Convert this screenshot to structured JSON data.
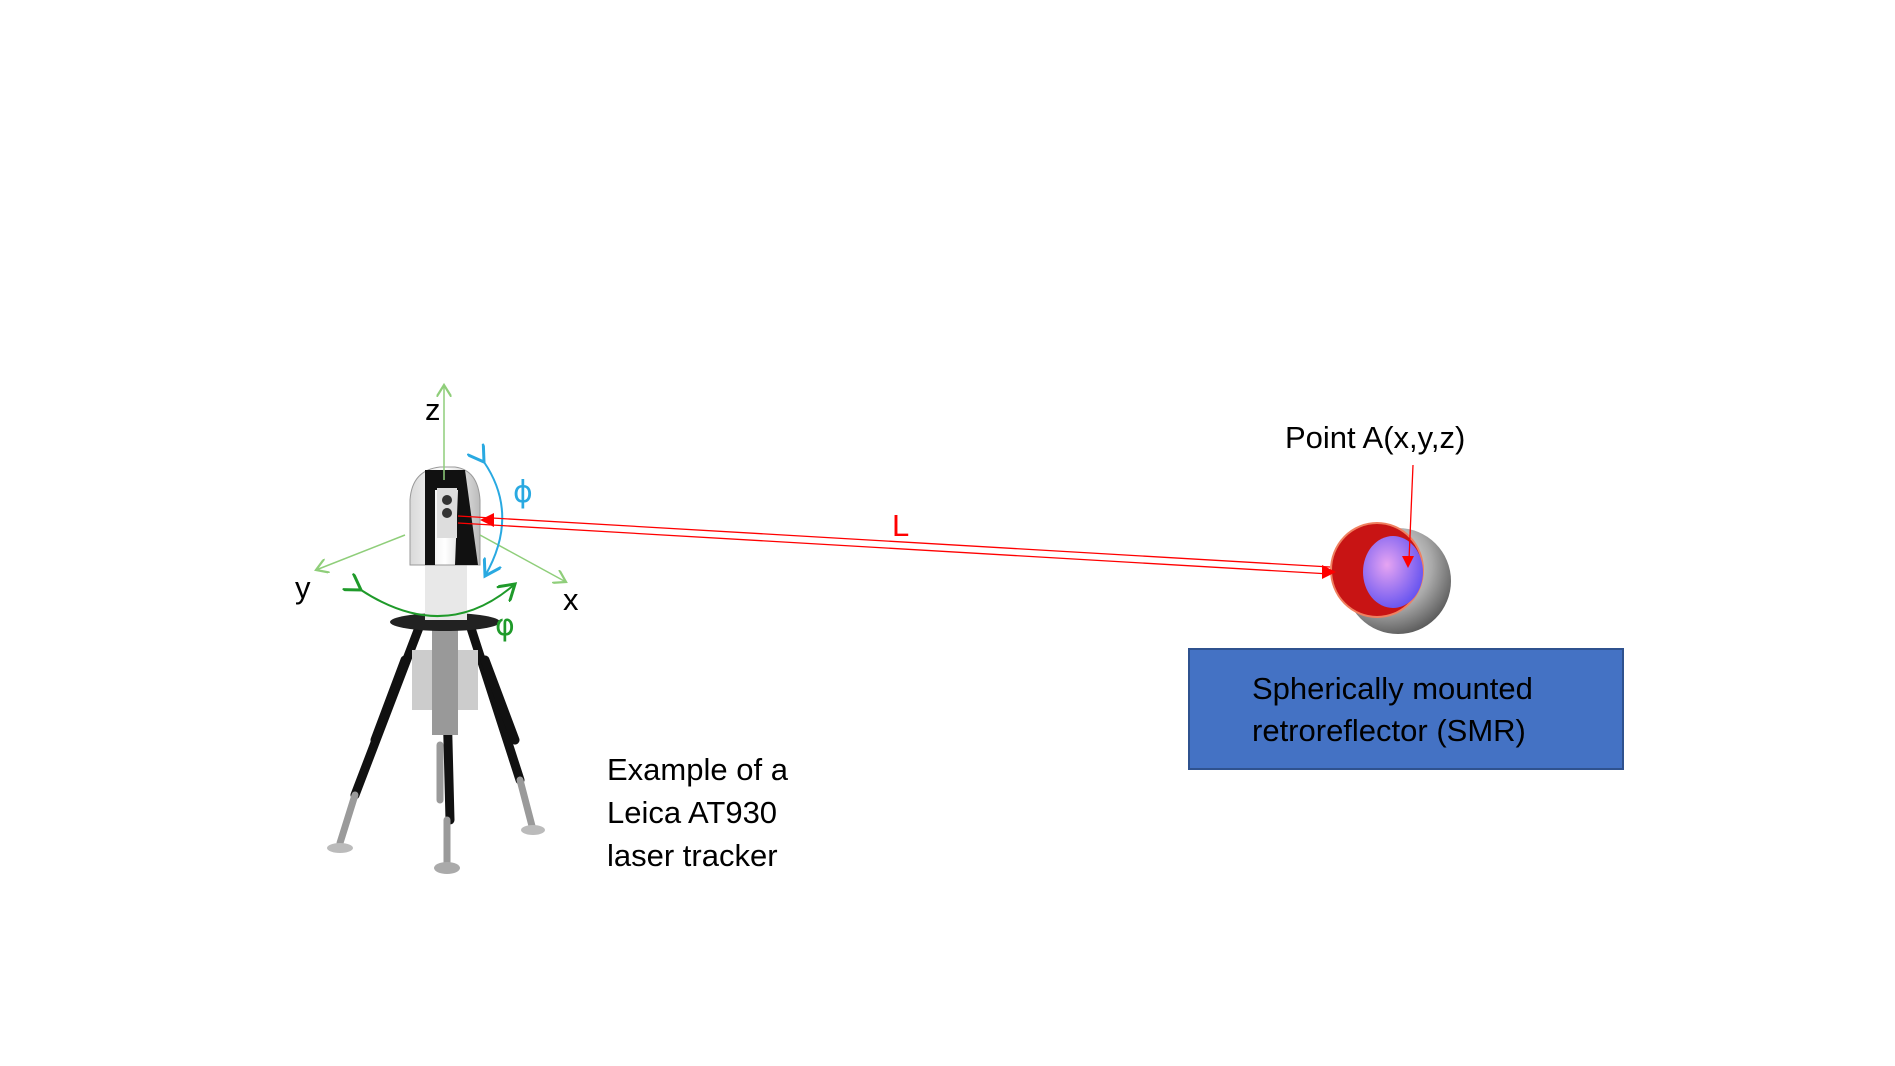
{
  "labels": {
    "z_axis": "z",
    "y_axis": "y",
    "x_axis": "x",
    "elevation_angle": "ϕ",
    "azimuth_angle": "φ",
    "distance": "L",
    "point": "Point A(x,y,z)"
  },
  "smr_box": {
    "line1": "Spherically mounted",
    "line2": "retroreflector (SMR)"
  },
  "caption": {
    "line1": "Example of a",
    "line2": "Leica AT930",
    "line3": "laser tracker"
  },
  "colors": {
    "axis": "#8fce7a",
    "elevation": "#29a9e1",
    "azimuth": "#1f9a2a",
    "laser": "#ff0000",
    "box": "#4472c4"
  }
}
